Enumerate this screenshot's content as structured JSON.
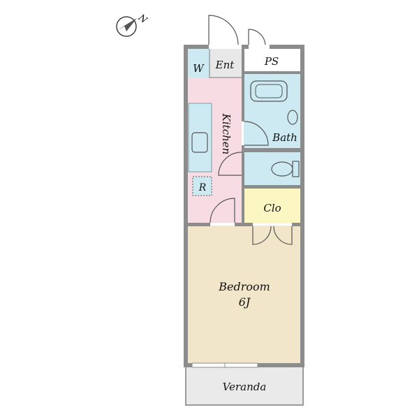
{
  "compass": {
    "label": "N",
    "icon": "north-arrow-icon"
  },
  "rooms": {
    "washer": "W",
    "entrance": "Ent",
    "pipe_space": "PS",
    "kitchen": "Kitchen",
    "bath": "Bath",
    "refrigerator": "R",
    "closet": "Clo",
    "bedroom": "Bedroom",
    "bedroom_size": "6J",
    "veranda": "Veranda"
  },
  "colors": {
    "wall": "#8c8c8c",
    "kitchen_floor": "#f7dde3",
    "wet_area": "#cdeaf2",
    "closet": "#fbf6c2",
    "bedroom": "#f1e6c9",
    "veranda": "#eaeaea",
    "entrance": "#e8e8e8"
  }
}
